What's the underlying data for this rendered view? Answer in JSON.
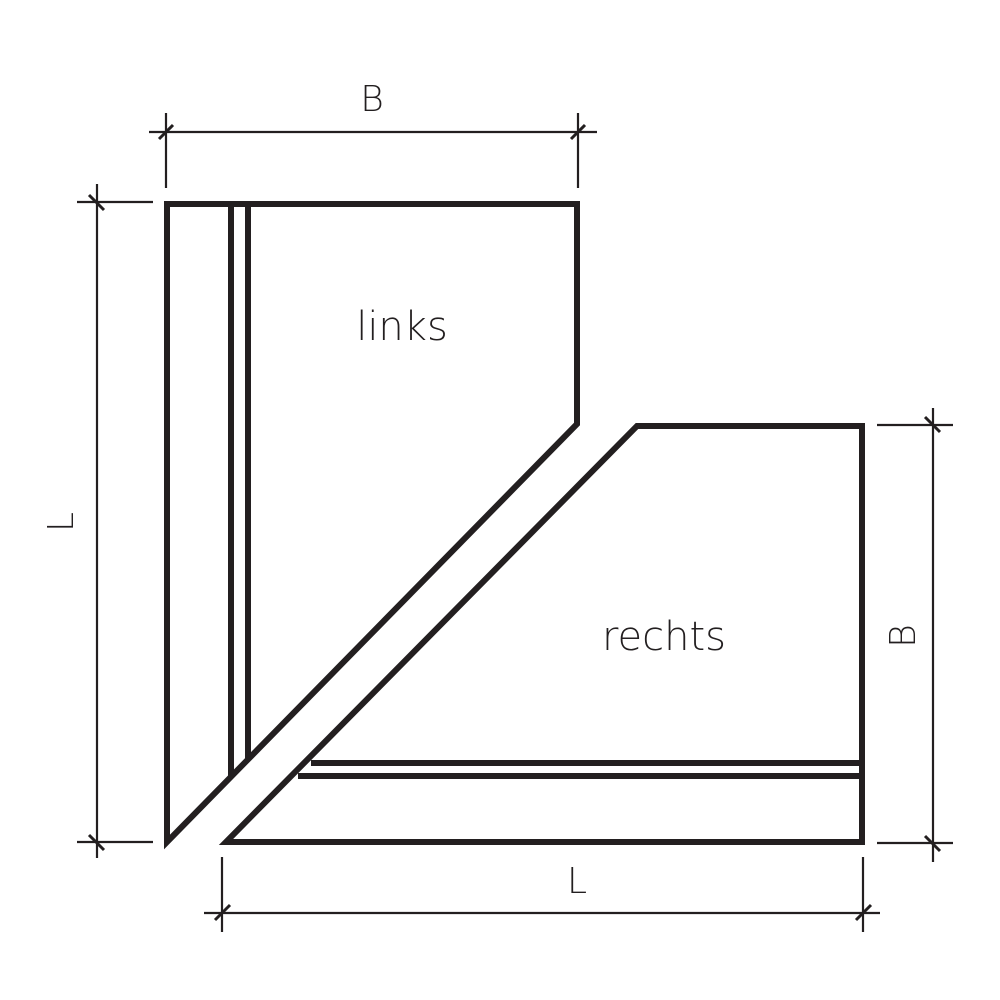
{
  "diagram": {
    "type": "technical-drawing",
    "description": "Miter corner profile, left and right parts with dimensions",
    "colors": {
      "stroke": "#231f20",
      "background": "#ffffff"
    },
    "parts": {
      "left": {
        "label": "links"
      },
      "right": {
        "label": "rechts"
      }
    },
    "dimensions": {
      "top": {
        "label": "B"
      },
      "left": {
        "label": "L"
      },
      "right": {
        "label": "B"
      },
      "bottom": {
        "label": "L"
      }
    }
  }
}
